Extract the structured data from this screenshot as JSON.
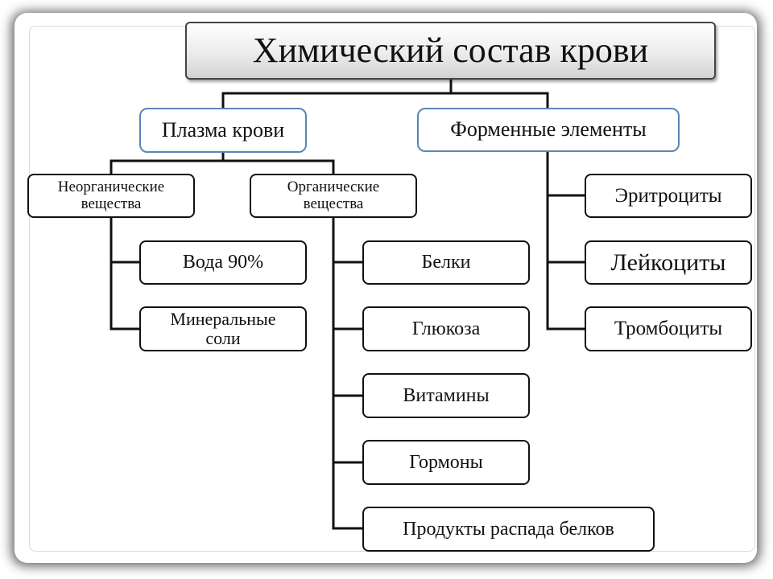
{
  "title": "Химический состав крови",
  "branches": {
    "plasma": "Плазма крови",
    "formed": "Форменные элементы"
  },
  "plasma_groups": {
    "inorganic": {
      "line1": "Неорганические",
      "line2": "вещества"
    },
    "organic": {
      "line1": "Органические",
      "line2": "вещества"
    }
  },
  "inorganic_items": [
    {
      "line1": "Вода 90%",
      "line2": ""
    },
    {
      "line1": "Минеральные",
      "line2": "соли"
    }
  ],
  "organic_items": [
    "Белки",
    "Глюкоза",
    "Витамины",
    "Гормоны",
    "Продукты распада белков"
  ],
  "formed_items": [
    "Эритроциты",
    "Лейкоциты",
    "Тромбоциты"
  ],
  "colors": {
    "branch_border": "#5b86b6",
    "line": "#111111",
    "title_bg": "#d9d9d9"
  }
}
